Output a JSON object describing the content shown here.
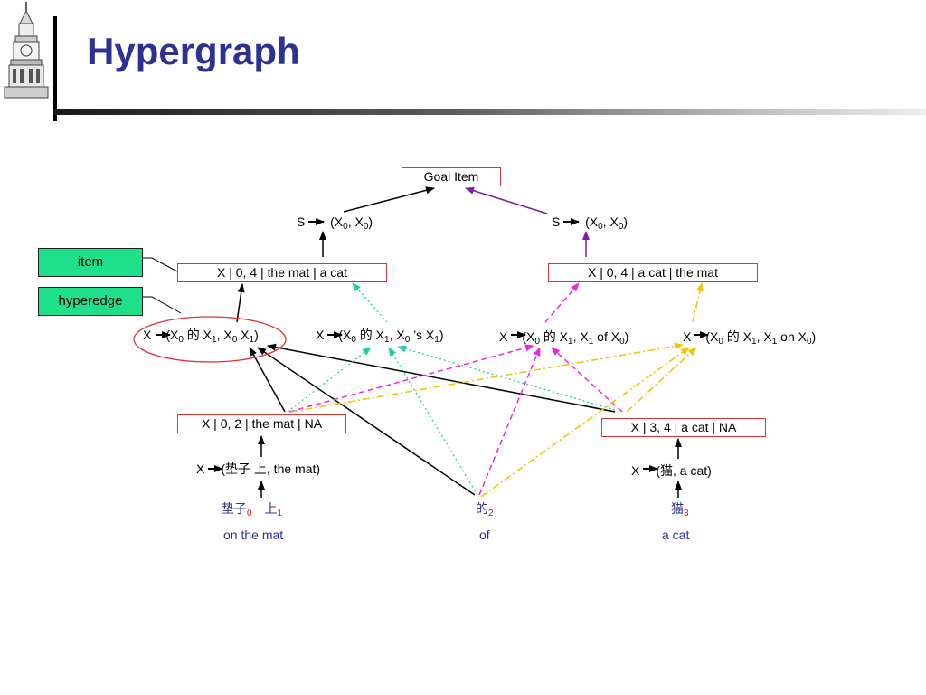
{
  "slide": {
    "title": "Hypergraph"
  },
  "legend": {
    "item": "item",
    "hyperedge": "hyperedge"
  },
  "goal": "Goal Item",
  "items": {
    "top_left": "X | 0, 4 | the mat | a cat",
    "top_right": "X | 0, 4 | a cat | the mat",
    "mid_left": "X | 0, 2 | the mat | NA",
    "mid_right": "X | 3, 4 | a cat | NA"
  },
  "rules": {
    "s_left": {
      "lhs": "S",
      "rhs_open": "(X",
      "sub0": "0",
      "comma": ", X",
      "sub1": "0",
      "close": ")"
    },
    "s_right": {
      "lhs": "S",
      "rhs_open": "(X",
      "sub0": "0",
      "comma": ", X",
      "sub1": "0",
      "close": ")"
    },
    "r1": {
      "lhs": "X",
      "a": "(X",
      "s0": "0",
      "b": " 的 X",
      "s1": "1",
      "c": ", X",
      "s2": "0",
      "d": " X",
      "s3": "1",
      "e": ")"
    },
    "r2": {
      "lhs": "X",
      "a": "(X",
      "s0": "0",
      "b": " 的 X",
      "s1": "1",
      "c": ", X",
      "s2": "0",
      "d": " ’s X",
      "s3": "1",
      "e": ")"
    },
    "r3": {
      "lhs": "X",
      "a": "(X",
      "s0": "0",
      "b": " 的 X",
      "s1": "1",
      "c": ", X",
      "s2": "1",
      "d": " of X",
      "s3": "0",
      "e": ")"
    },
    "r4": {
      "lhs": "X",
      "a": "(X",
      "s0": "0",
      "b": " 的 X",
      "s1": "1",
      "c": ", X",
      "s2": "1",
      "d": " on X",
      "s3": "0",
      "e": ")"
    },
    "lex_left": {
      "lhs": "X",
      "rhs": "(垫子 上, the mat)"
    },
    "lex_right": {
      "lhs": "X",
      "rhs": "(猫, a cat)"
    }
  },
  "words": {
    "w0": {
      "zh": "垫子",
      "idx": "0"
    },
    "w1": {
      "zh": "上",
      "idx": "1"
    },
    "w2": {
      "zh": "的",
      "idx": "2"
    },
    "w3": {
      "zh": "猫",
      "idx": "3"
    }
  },
  "glosses": {
    "g_left": "on the mat",
    "g_mid": "of",
    "g_right": "a cat"
  },
  "colors": {
    "title": "#2e3192",
    "box_border": "#dd3333",
    "legend_fill": "#1ee08a",
    "black_edge": "#000000",
    "purple_edge": "#7b1fa2",
    "cyan_edge": "#1fcfa8",
    "magenta_edge": "#ee22ee",
    "yellow_edge": "#f2c300",
    "word_index": "#e01010"
  }
}
